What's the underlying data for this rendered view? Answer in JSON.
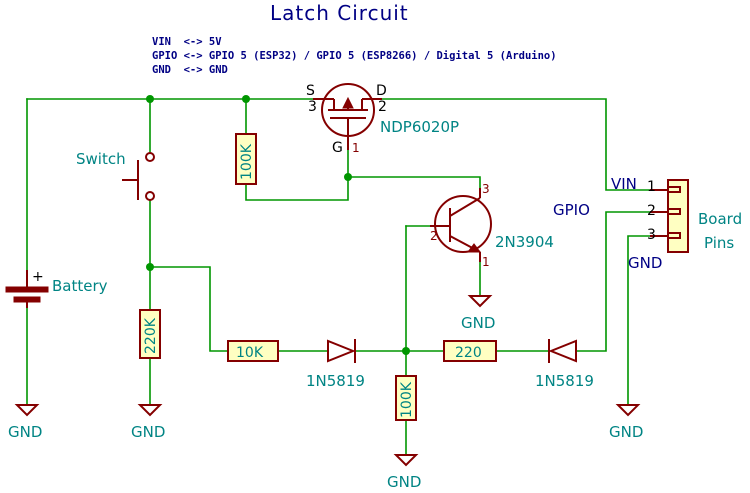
{
  "title": "Latch Circuit",
  "notes": [
    "VIN  <-> 5V",
    "GPIO <-> GPIO 5 (ESP32) / GPIO 5 (ESP8266) / Digital 5 (Arduino)",
    "GND  <-> GND"
  ],
  "components": {
    "battery": {
      "label": "Battery",
      "plus": "+"
    },
    "switch": {
      "label": "Switch"
    },
    "mosfet": {
      "label": "NDP6020P",
      "pin_s": "S",
      "pin_d": "D",
      "pin_g": "G",
      "pin3": "3",
      "pin2": "2",
      "pin1": "1"
    },
    "r_gate": {
      "value": "100K"
    },
    "transistor": {
      "label": "2N3904",
      "pin3": "3",
      "pin2": "2",
      "pin1": "1"
    },
    "r_switch": {
      "value": "220K"
    },
    "r_base": {
      "value": "10K"
    },
    "r_pulldown": {
      "value": "100K"
    },
    "r_gpio": {
      "value": "220"
    },
    "diode1": {
      "label": "1N5819"
    },
    "diode2": {
      "label": "1N5819"
    },
    "connector": {
      "label_line1": "Board",
      "label_line2": "Pins",
      "pins": [
        "1",
        "2",
        "3"
      ]
    }
  },
  "nets": {
    "vin": "VIN",
    "gpio": "GPIO",
    "gnd_conn": "GND"
  },
  "ground_label": "GND"
}
